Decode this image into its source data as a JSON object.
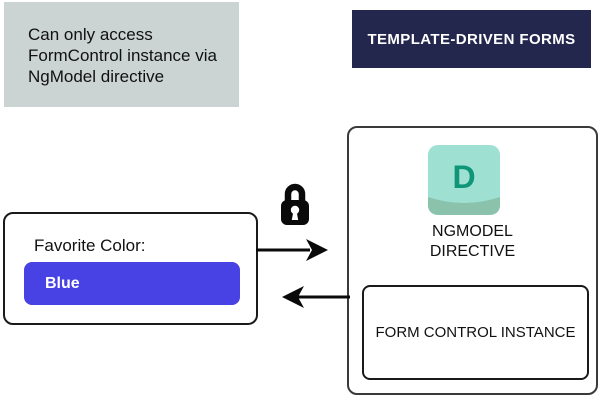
{
  "note": {
    "lines": [
      "Can only access",
      "FormControl instance via",
      "NgModel directive"
    ],
    "background": "#CBD3D3",
    "text_color": "#111111"
  },
  "banner": {
    "label": "TEMPLATE-DRIVEN FORMS",
    "background": "#23264D",
    "text_color": "#ffffff"
  },
  "form_card": {
    "label": "Favorite Color:",
    "input": {
      "value": "Blue",
      "background": "#4841E4",
      "text_color": "#ffffff"
    }
  },
  "main_card": {
    "icon": {
      "name": "directive-icon",
      "letter": "D",
      "background": "#9EE0D2",
      "band_color": "#8AC2AC",
      "letter_color": "#0F9679"
    },
    "title_lines": [
      "NGMODEL",
      "DIRECTIVE"
    ],
    "inner_card": {
      "label": "FORM CONTROL INSTANCE"
    }
  },
  "connectors": {
    "lock_icon": "padlock",
    "arrow_right_meaning": "form to ngmodel directive",
    "arrow_left_meaning": "ngmodel directive to form",
    "color": "#0a0a0a"
  }
}
